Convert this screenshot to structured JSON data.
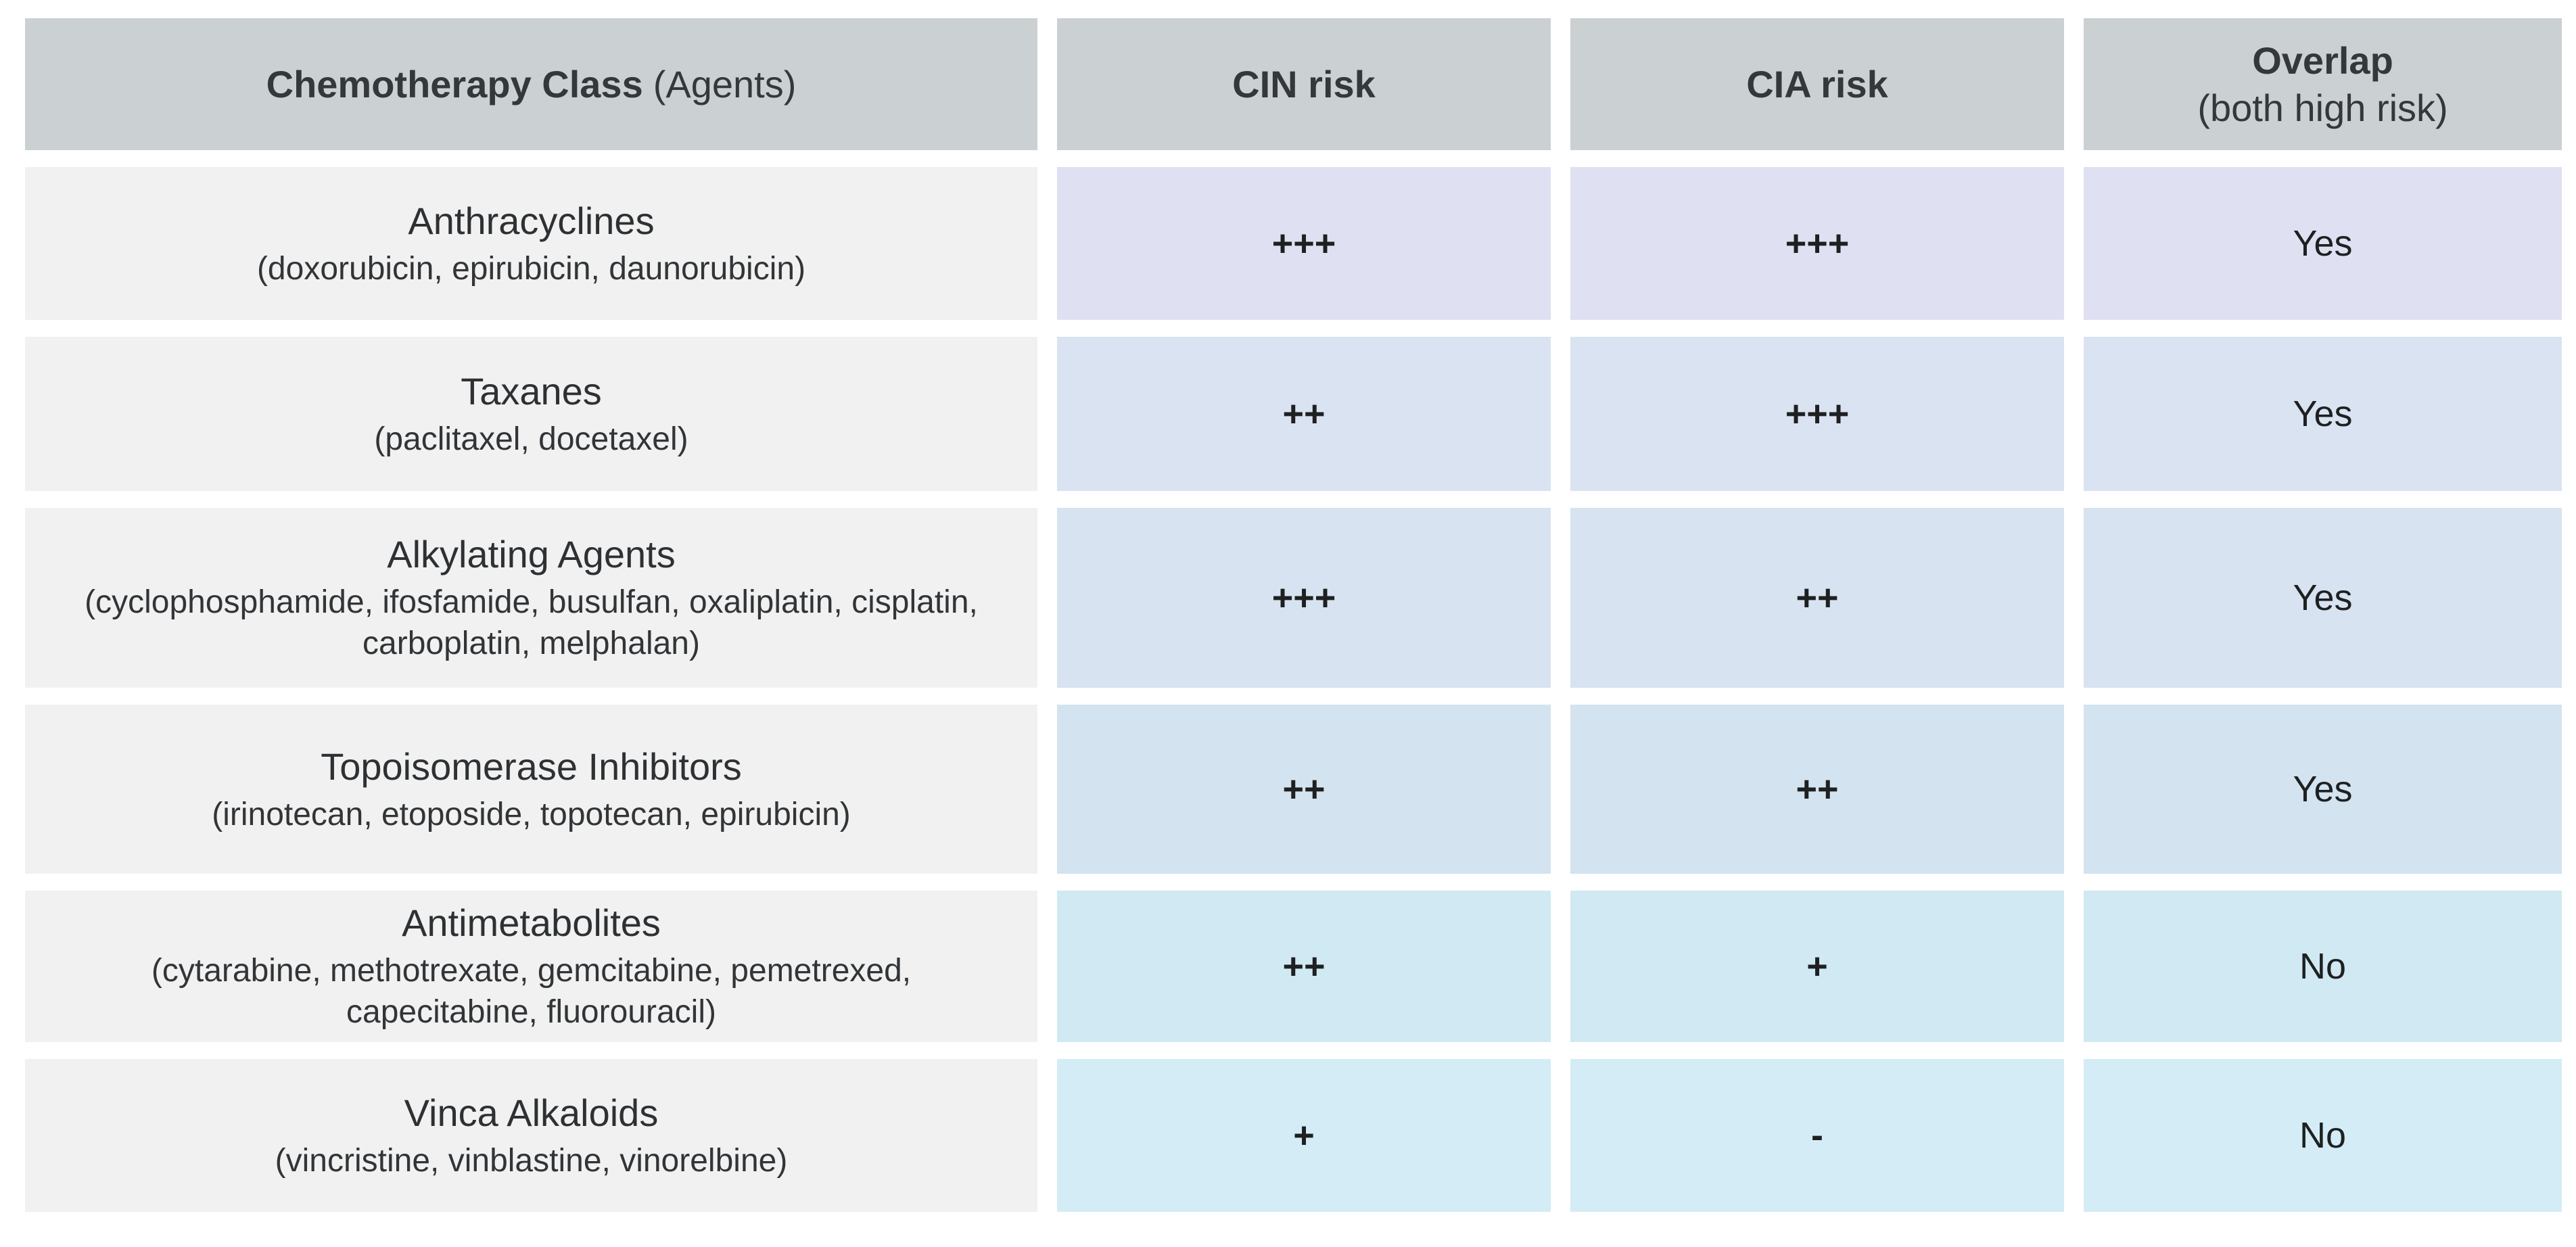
{
  "colors": {
    "header_bg": "#cbd0d2",
    "label_bg": "#f1f1f2",
    "page_bg": "#ffffff",
    "header_text": "#34383a",
    "body_text": "#2e3133"
  },
  "table": {
    "headers": {
      "class_title": "Chemotherapy Class",
      "class_sub": "(Agents)",
      "cin": "CIN risk",
      "cia": "CIA risk",
      "overlap_title": "Overlap",
      "overlap_sub": "(both high risk)"
    },
    "rows": [
      {
        "class_name": "Anthracyclines",
        "agents": "(doxorubicin, epirubicin, daunorubicin)",
        "cin_risk": "+++",
        "cia_risk": "+++",
        "overlap": "Yes",
        "color": "#dfe0f1"
      },
      {
        "class_name": "Taxanes",
        "agents": "(paclitaxel, docetaxel)",
        "cin_risk": "++",
        "cia_risk": "+++",
        "overlap": "Yes",
        "color": "#dae3f1"
      },
      {
        "class_name": "Alkylating Agents",
        "agents": "(cyclophosphamide, ifosfamide, busulfan, oxaliplatin, cisplatin, carboplatin, melphalan)",
        "cin_risk": "+++",
        "cia_risk": "++",
        "overlap": "Yes",
        "color": "#d7e3f0"
      },
      {
        "class_name": "Topoisomerase Inhibitors",
        "agents": "(irinotecan, etoposide, topotecan, epirubicin)",
        "cin_risk": "++",
        "cia_risk": "++",
        "overlap": "Yes",
        "color": "#d3e3ef"
      },
      {
        "class_name": "Antimetabolites",
        "agents": "(cytarabine, methotrexate, gemcitabine, pemetrexed, capecitabine, fluorouracil)",
        "cin_risk": "++",
        "cia_risk": "+",
        "overlap": "No",
        "color": "#d0e9f3"
      },
      {
        "class_name": "Vinca Alkaloids",
        "agents": "(vincristine, vinblastine, vinorelbine)",
        "cin_risk": "+",
        "cia_risk": "-",
        "overlap": "No",
        "color": "#d4ecf5"
      }
    ]
  },
  "chart_data": {
    "type": "table",
    "title": "",
    "columns": [
      "Chemotherapy Class (Agents)",
      "CIN risk",
      "CIA risk",
      "Overlap (both high risk)"
    ],
    "rows": [
      [
        "Anthracyclines (doxorubicin, epirubicin, daunorubicin)",
        "+++",
        "+++",
        "Yes"
      ],
      [
        "Taxanes (paclitaxel, docetaxel)",
        "++",
        "+++",
        "Yes"
      ],
      [
        "Alkylating Agents (cyclophosphamide, ifosfamide, busulfan, oxaliplatin, cisplatin, carboplatin, melphalan)",
        "+++",
        "++",
        "Yes"
      ],
      [
        "Topoisomerase Inhibitors (irinotecan, etoposide, topotecan, epirubicin)",
        "++",
        "++",
        "Yes"
      ],
      [
        "Antimetabolites (cytarabine, methotrexate, gemcitabine, pemetrexed, capecitabine, fluorouracil)",
        "++",
        "+",
        "No"
      ],
      [
        "Vinca Alkaloids (vincristine, vinblastine, vinorelbine)",
        "+",
        "-",
        "No"
      ]
    ],
    "layout_hints": {
      "header_background": "#cbd0d2",
      "label_column_background": "#f1f1f2",
      "row_value_backgrounds": [
        "#dfe0f1",
        "#dae3f1",
        "#d7e3f0",
        "#d3e3ef",
        "#d0e9f3",
        "#d4ecf5"
      ],
      "grid": "white gaps between all cells"
    }
  }
}
